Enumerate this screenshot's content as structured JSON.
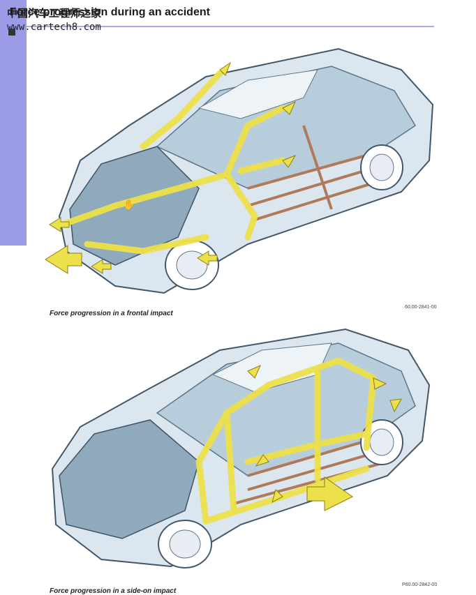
{
  "page": {
    "title": "Force progression during an accident",
    "watermark_logo": "中国汽车工程师之家",
    "watermark_url": "www.cartech8.com"
  },
  "figures": [
    {
      "caption": "Force progression in a frontal impact",
      "code": "60.00-2841-00",
      "illustration": "car-body-frontal-impact"
    },
    {
      "caption": "Force progression in a side-on impact",
      "code": "P60.00-2842-00",
      "illustration": "car-body-side-impact"
    }
  ],
  "colors": {
    "sidebar": "#9b9be6",
    "force_path": "#ece14a",
    "body_structure": "#a9c4d8",
    "body_dark": "#5c7488",
    "reinforcement": "#b07a5a"
  }
}
